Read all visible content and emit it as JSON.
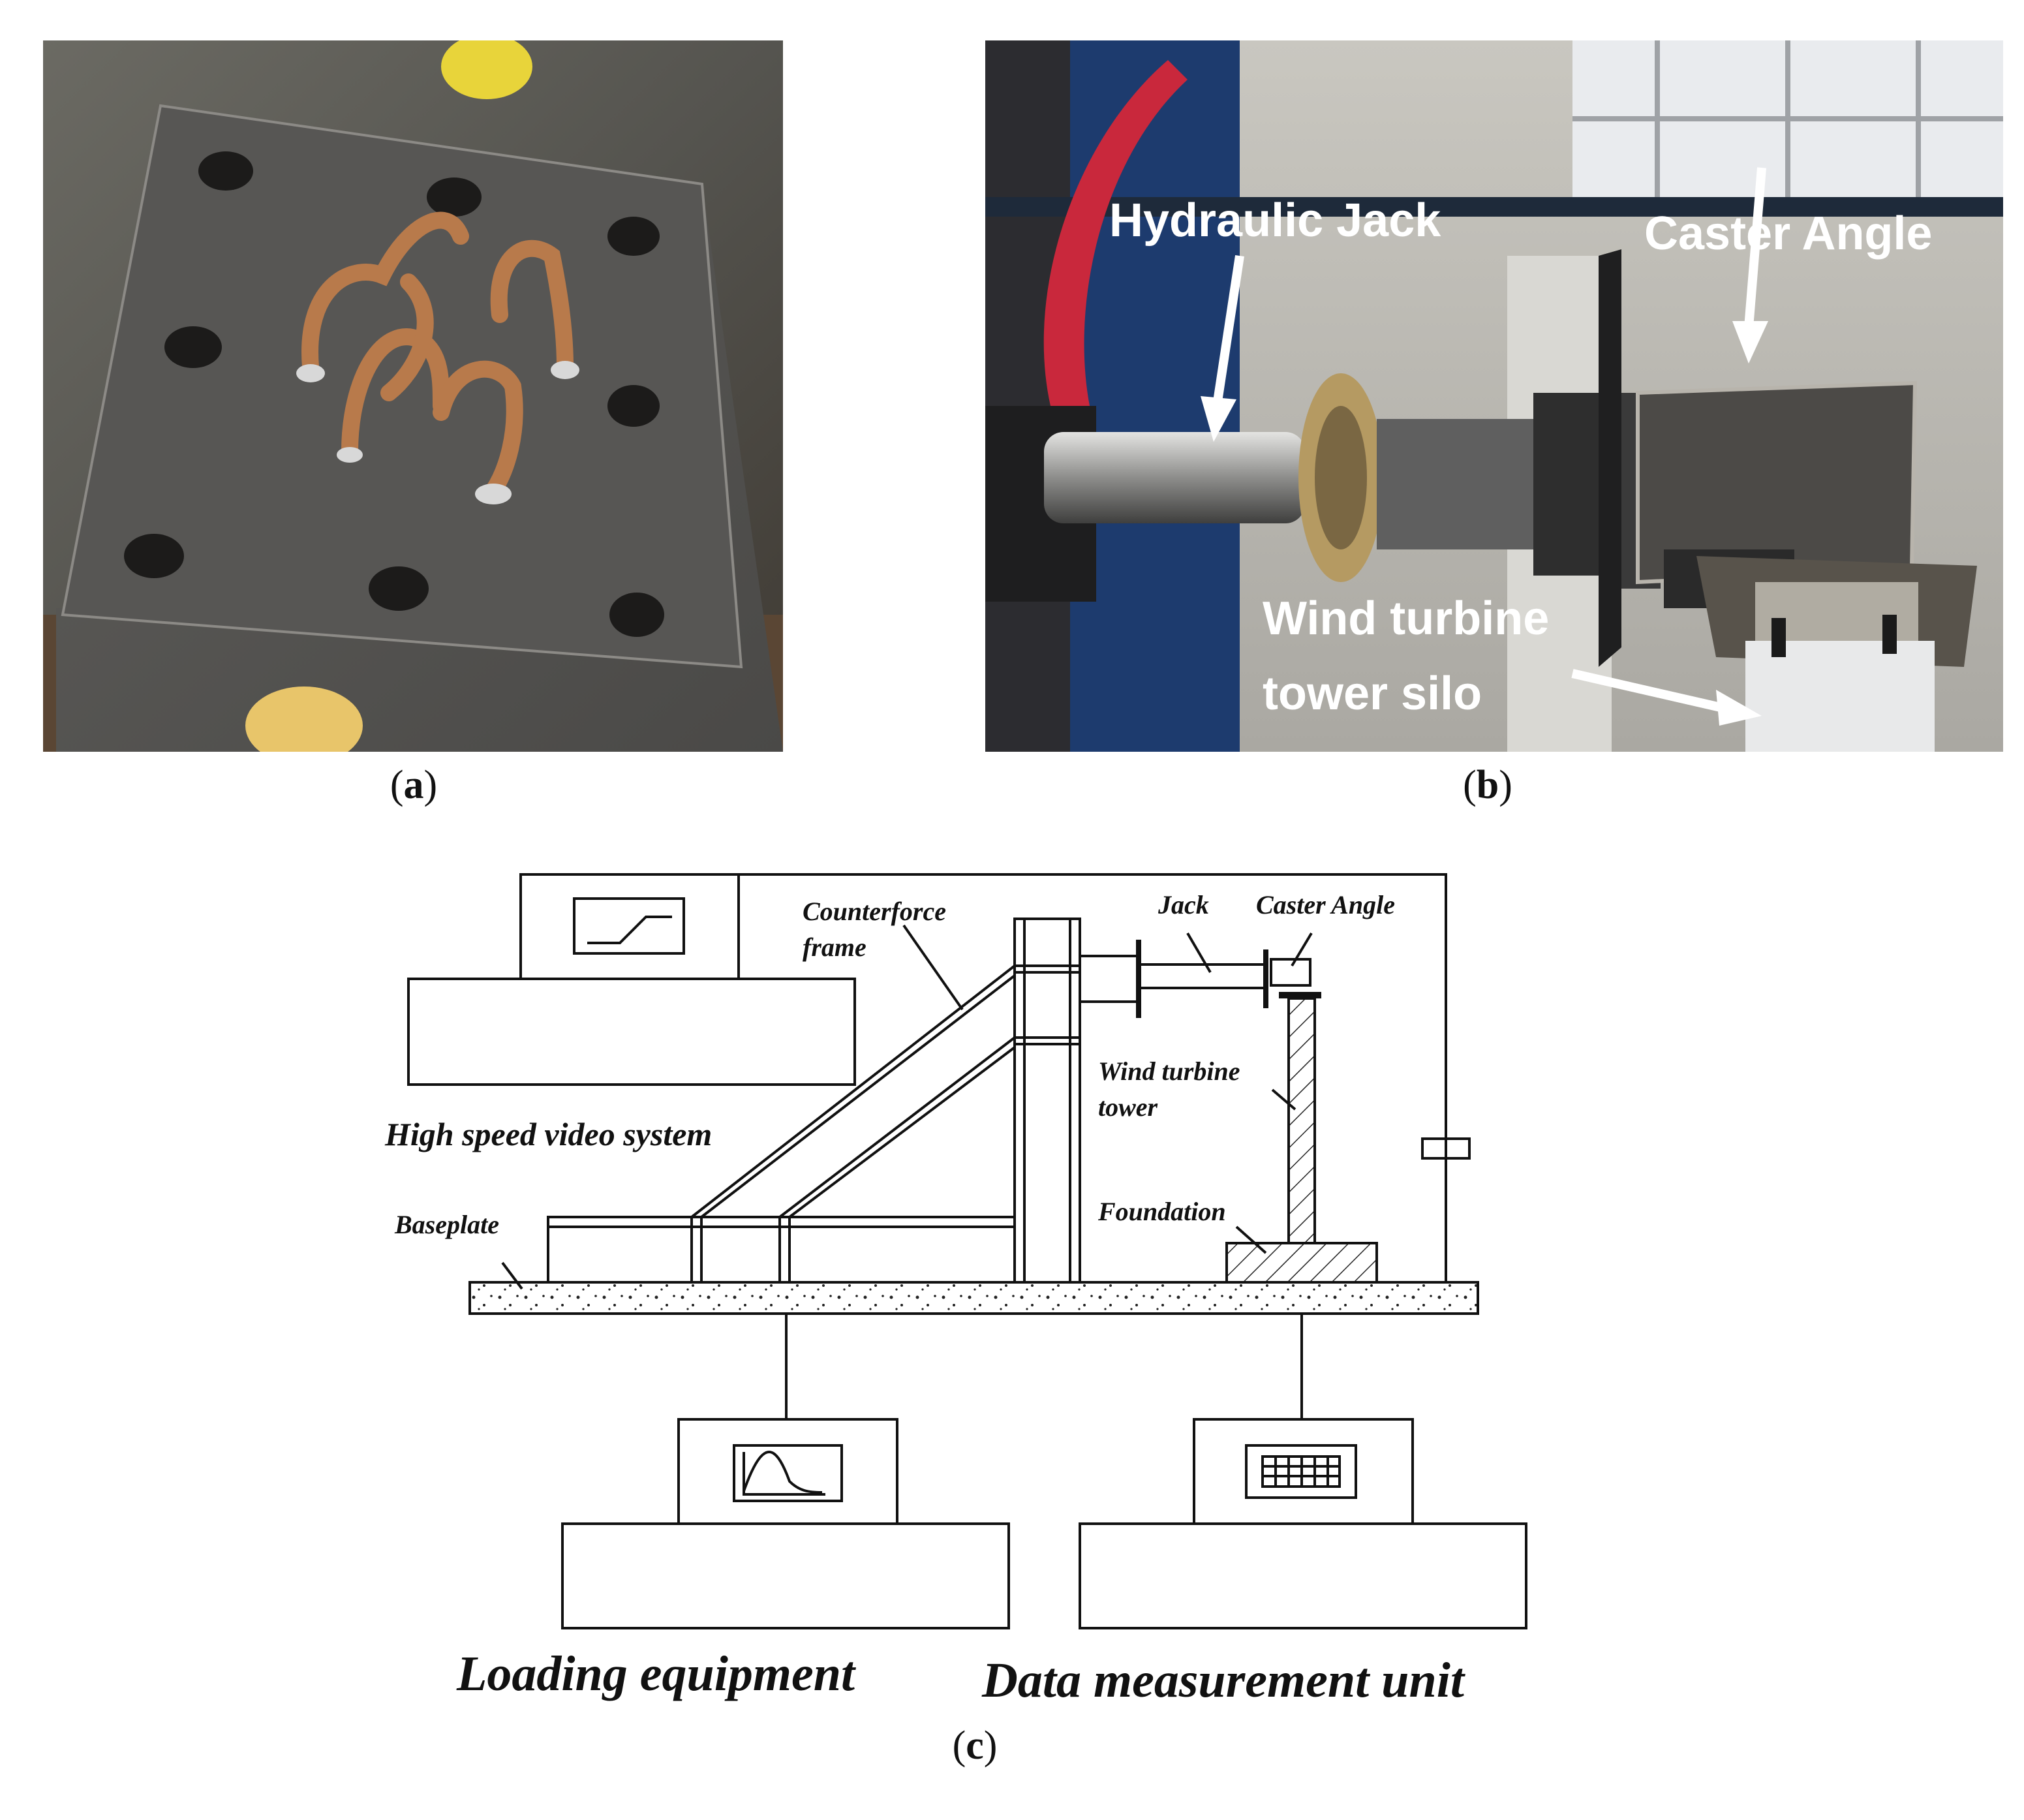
{
  "captions": {
    "a": "(a)",
    "b": "(b)",
    "c": "(c)"
  },
  "panel_b_labels": {
    "hydraulic_jack": "Hydraulic Jack",
    "caster_angle": "Caster Angle",
    "tower_line1": "Wind turbine",
    "tower_line2": "tower silo"
  },
  "panel_c_labels": {
    "counterforce_line1": "Counterforce",
    "counterforce_line2": "frame",
    "jack": "Jack",
    "caster_angle": "Caster Angle",
    "tower_line1": "Wind turbine",
    "tower_line2": "tower",
    "video_system": "High speed video system",
    "baseplate": "Baseplate",
    "foundation": "Foundation",
    "loading_equipment": "Loading equipment",
    "data_unit": "Data measurement unit"
  }
}
